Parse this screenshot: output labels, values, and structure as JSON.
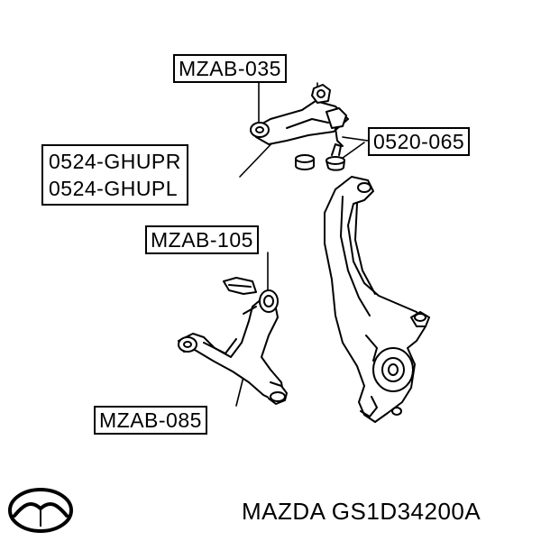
{
  "labels": {
    "upper_arm": "MZAB-035",
    "upper_arm_bushing_right": "0524-GHUPR",
    "upper_arm_bushing_left": "0524-GHUPL",
    "ball_joint": "0520-065",
    "lower_arm_front": "MZAB-105",
    "lower_arm_rear": "MZAB-085"
  },
  "footer": {
    "part_reference": "MAZDA GS1D34200A"
  },
  "icons": {
    "brand_logo": "mazda-logo-icon"
  },
  "colors": {
    "ink": "#000000",
    "background": "#ffffff"
  }
}
